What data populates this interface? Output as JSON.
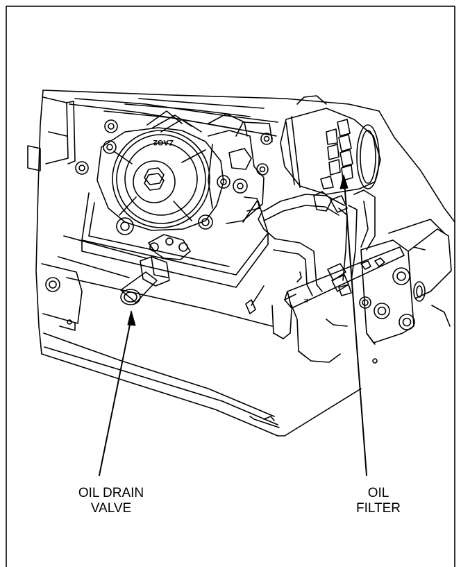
{
  "callouts": {
    "oil_drain_valve": {
      "line1": "OIL DRAIN",
      "line2": "VALVE"
    },
    "oil_filter": {
      "line1": "OIL",
      "line2": "FILTER"
    }
  },
  "colors": {
    "ink": "#000000",
    "paper": "#ffffff"
  }
}
